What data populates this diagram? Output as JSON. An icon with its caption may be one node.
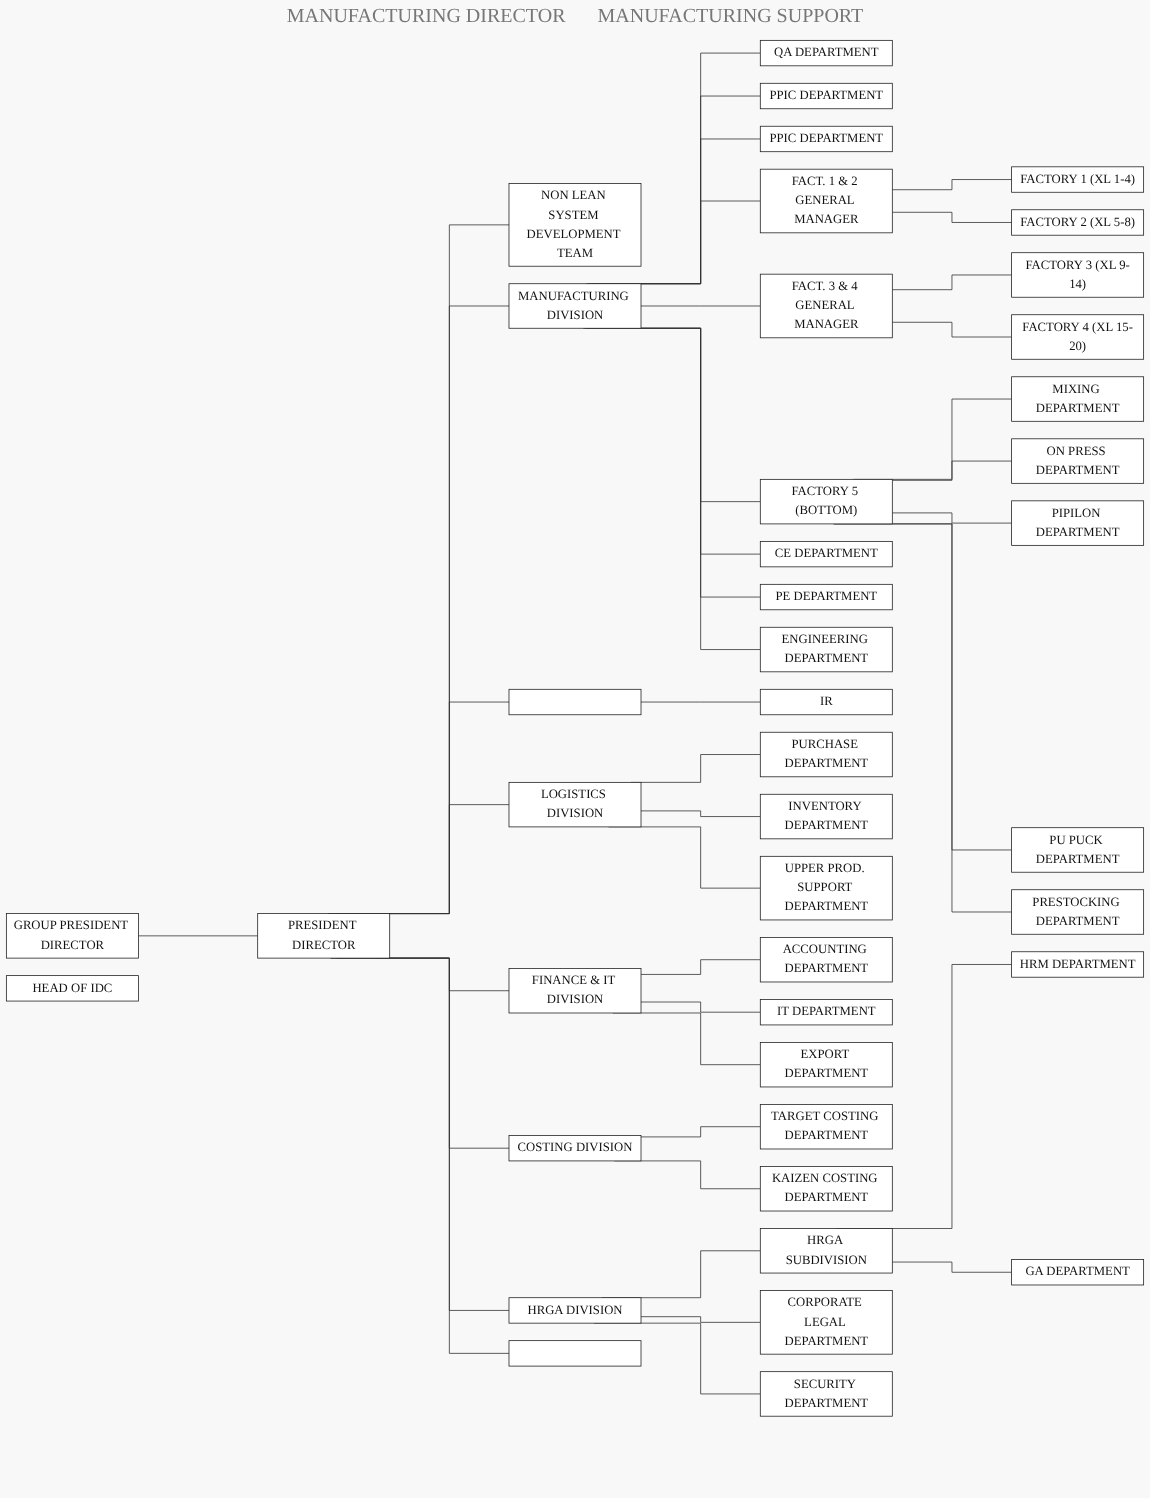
{
  "diagram": {
    "nodes": [
      {
        "text": [
          "GROUP PRESIDENT DIRECTOR"
        ]
      },
      {
        "text": [
          "PRESIDENT DIRECTOR"
        ]
      },
      {
        "text": [],
        "shape": "box"
      },
      {
        "text": [
          "MANUFACTURING DIVISION"
        ]
      },
      {
        "text": [
          "LOGISTICS DIVISION"
        ]
      },
      {
        "text": [
          "FINANCE & IT DIVISION"
        ]
      },
      {
        "text": [
          "COSTING DIVISION"
        ]
      },
      {
        "text": [
          "HRGA DIVISION"
        ]
      },
      {
        "text": [
          "NON LEAN SYSTEM DEVELOPMENT TEAM"
        ]
      },
      {
        "text": [
          "QA DEPARTMENT"
        ]
      },
      {
        "text": [
          "PPIC DEPARTMENT"
        ]
      },
      {
        "text": [],
        "shape": "box"
      },
      {
        "text": [
          "PPIC DEPARTMENT"
        ]
      },
      {
        "text": [
          "HRGA SUBDIVISION"
        ]
      },
      {
        "text": [
          "FACT. 1 & 2 GENERAL MANAGER"
        ]
      },
      {
        "text": [
          "FACT. 3 & 4 GENERAL MANAGER"
        ]
      },
      {
        "text": [
          "FACTORY 1 (XL 1-4)"
        ]
      },
      {
        "text": [
          "FACTORY 2 (XL 5-8)"
        ]
      },
      {
        "text": [
          "FACTORY 3 (XL 9-14)"
        ]
      },
      {
        "text": [
          "FACTORY 4 (XL 15-20)"
        ]
      },
      {
        "text": [
          "FACTORY 5 (BOTTOM)"
        ]
      },
      {
        "text": [
          "HEAD OF IDC"
        ]
      },
      {
        "text": [
          "MIXING DEPARTMENT"
        ]
      },
      {
        "text": [
          "ON PRESS DEPARTMENT"
        ]
      },
      {
        "text": [
          "PIPILON DEPARTMENT"
        ]
      },
      {
        "text": [
          "PU PUCK DEPARTMENT"
        ]
      },
      {
        "text": [
          "PRESTOCKING DEPARTMENT"
        ]
      },
      {
        "text": [
          "CE DEPARTMENT"
        ]
      },
      {
        "text": [
          "PE DEPARTMENT"
        ]
      },
      {
        "text": [
          "ENGINEERING DEPARTMENT"
        ]
      },
      {
        "text": [
          "IR"
        ]
      },
      {
        "text": [
          "PURCHASE DEPARTMENT"
        ]
      },
      {
        "text": [
          "INVENTORY DEPARTMENT"
        ]
      },
      {
        "text": [
          "UPPER PROD. SUPPORT DEPARTMENT"
        ]
      },
      {
        "text": [
          "ACCOUNTING DEPARTMENT"
        ]
      },
      {
        "text": [
          "IT DEPARTMENT"
        ]
      },
      {
        "text": [
          "EXPORT DEPARTMENT"
        ]
      },
      {
        "text": [
          "TARGET COSTING DEPARTMENT"
        ]
      },
      {
        "text": [
          "KAIZEN COSTING DEPARTMENT"
        ]
      },
      {
        "text": [
          "HRM DEPARTMENT"
        ]
      },
      {
        "text": [
          "GA DEPARTMENT"
        ]
      },
      {
        "text": [
          "CORPORATE LEGAL DEPARTMENT"
        ]
      },
      {
        "text": [
          "SECURITY DEPARTMENT"
        ]
      }
    ],
    "edges": [
      {
        "from": 0,
        "to": 1,
        "arrow": "none"
      },
      {
        "from": 1,
        "to": 8,
        "arrow": "none"
      },
      {
        "from": 1,
        "to": 3,
        "arrow": "none"
      },
      {
        "from": 1,
        "to": 2,
        "arrow": "none"
      },
      {
        "from": 1,
        "to": 4,
        "arrow": "none"
      },
      {
        "from": 1,
        "to": 5,
        "arrow": "none"
      },
      {
        "from": 1,
        "to": 6,
        "arrow": "none"
      },
      {
        "from": 1,
        "to": 7,
        "arrow": "none"
      },
      {
        "from": 1,
        "to": 11,
        "arrow": "none"
      },
      {
        "from": 3,
        "to": 9,
        "arrow": "none"
      },
      {
        "from": 3,
        "to": 10,
        "arrow": "none"
      },
      {
        "from": 3,
        "to": 12,
        "arrow": "none"
      },
      {
        "from": 3,
        "to": 14,
        "arrow": "none"
      },
      {
        "from": 3,
        "to": 15,
        "arrow": "none"
      },
      {
        "from": 3,
        "to": 20,
        "arrow": "none"
      },
      {
        "from": 3,
        "to": 27,
        "arrow": "none"
      },
      {
        "from": 3,
        "to": 28,
        "arrow": "none"
      },
      {
        "from": 3,
        "to": 29,
        "arrow": "none"
      },
      {
        "from": 14,
        "to": 16,
        "arrow": "none"
      },
      {
        "from": 14,
        "to": 17,
        "arrow": "none"
      },
      {
        "from": 15,
        "to": 18,
        "arrow": "none"
      },
      {
        "from": 15,
        "to": 19,
        "arrow": "none"
      },
      {
        "from": 20,
        "to": 22,
        "arrow": "none"
      },
      {
        "from": 20,
        "to": 23,
        "arrow": "none"
      },
      {
        "from": 20,
        "to": 24,
        "arrow": "none"
      },
      {
        "from": 20,
        "to": 25,
        "arrow": "none"
      },
      {
        "from": 20,
        "to": 26,
        "arrow": "none"
      },
      {
        "from": 2,
        "to": 30,
        "arrow": "none"
      },
      {
        "from": 4,
        "to": 31,
        "arrow": "none"
      },
      {
        "from": 4,
        "to": 32,
        "arrow": "none"
      },
      {
        "from": 4,
        "to": 33,
        "arrow": "none"
      },
      {
        "from": 5,
        "to": 34,
        "arrow": "none"
      },
      {
        "from": 5,
        "to": 35,
        "arrow": "none"
      },
      {
        "from": 5,
        "to": 36,
        "arrow": "none"
      },
      {
        "from": 6,
        "to": 37,
        "arrow": "none"
      },
      {
        "from": 6,
        "to": 38,
        "arrow": "none"
      },
      {
        "from": 7,
        "to": 13,
        "arrow": "none"
      },
      {
        "from": 13,
        "to": 39,
        "arrow": "none"
      },
      {
        "from": 13,
        "to": 40,
        "arrow": "none"
      },
      {
        "from": 7,
        "to": 41,
        "arrow": "none"
      },
      {
        "from": 7,
        "to": 42,
        "arrow": "none"
      }
    ],
    "labels": [
      "MANUFACTURING DIRECTOR",
      "MANUFACTURING SUPPORT"
    ]
  }
}
